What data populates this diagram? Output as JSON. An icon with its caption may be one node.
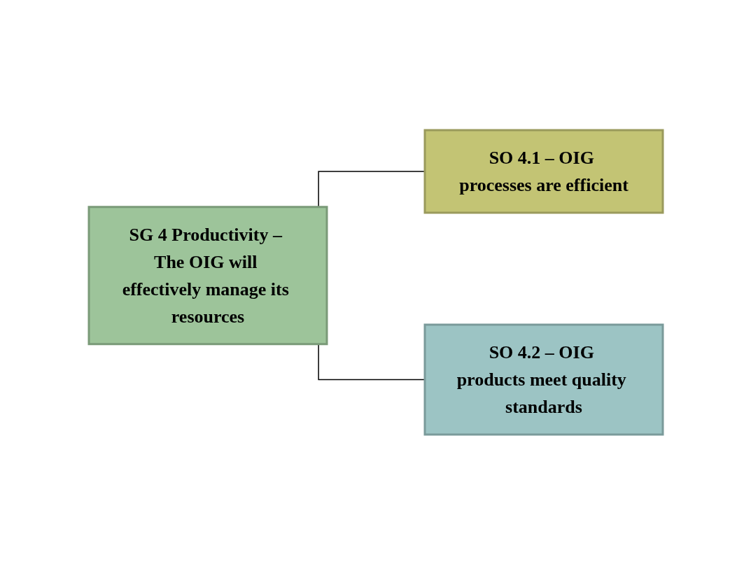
{
  "diagram": {
    "nodes": [
      {
        "text": [
          "SG 4 Productivity – The OIG will effectively manage its resources"
        ]
      },
      {
        "text": [
          "SO 4.1 – OIG processes are efficient"
        ]
      },
      {
        "text": [
          "SO 4.2 – OIG products meet quality standards"
        ]
      }
    ],
    "edges": [
      {
        "from": 0,
        "to": 1,
        "arrow": "none"
      },
      {
        "from": 0,
        "to": 2,
        "arrow": "none"
      }
    ]
  }
}
